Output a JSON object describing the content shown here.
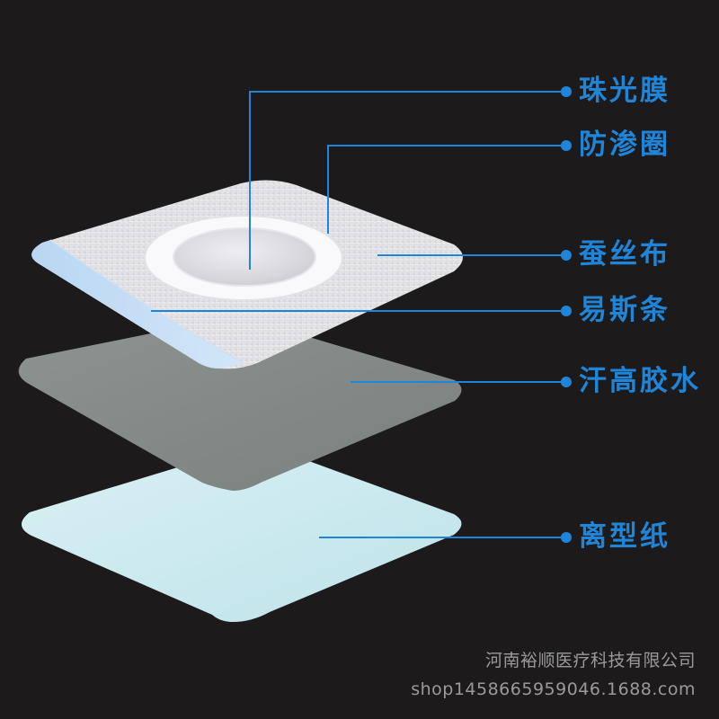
{
  "layers": [
    {
      "id": "pearl-film",
      "label": "珠光膜"
    },
    {
      "id": "anti-leak-ring",
      "label": "防渗圈"
    },
    {
      "id": "silk-cloth",
      "label": "蚕丝布"
    },
    {
      "id": "easy-tear-strip",
      "label": "易斯条"
    },
    {
      "id": "sweat-glue",
      "label": "汗高胶水"
    },
    {
      "id": "release-paper",
      "label": "离型纸"
    }
  ],
  "footer": {
    "company": "河南裕顺医疗科技有限公司",
    "shop": "shop1458665959046.1688.com"
  },
  "colors": {
    "background": "#1d1a1b",
    "label": "#1f85d8",
    "leader": "#1f85d8",
    "footer_text": "#9a9a9a"
  }
}
